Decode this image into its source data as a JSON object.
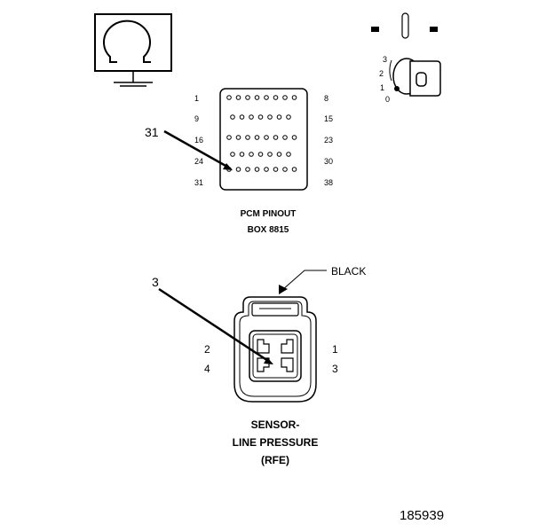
{
  "ohmmeter": {
    "icon": "ohm-meter-icon"
  },
  "ignition": {
    "positions": [
      "3",
      "2",
      "1",
      "0"
    ],
    "icon": "ignition-key-icon"
  },
  "pcm": {
    "caption_line1": "PCM PINOUT",
    "caption_line2": "BOX 8815",
    "pin_labels_left": [
      "1",
      "9",
      "16",
      "24",
      "31"
    ],
    "pin_labels_right": [
      "8",
      "15",
      "23",
      "30",
      "38"
    ],
    "callout": "31"
  },
  "connector": {
    "wire_label": "BLACK",
    "callout": "3",
    "pin_labels": {
      "p1": "1",
      "p2": "2",
      "p3": "3",
      "p4": "4"
    },
    "caption_line1": "SENSOR-",
    "caption_line2": "LINE PRESSURE",
    "caption_line3": "(RFE)"
  },
  "figure_number": "185939"
}
